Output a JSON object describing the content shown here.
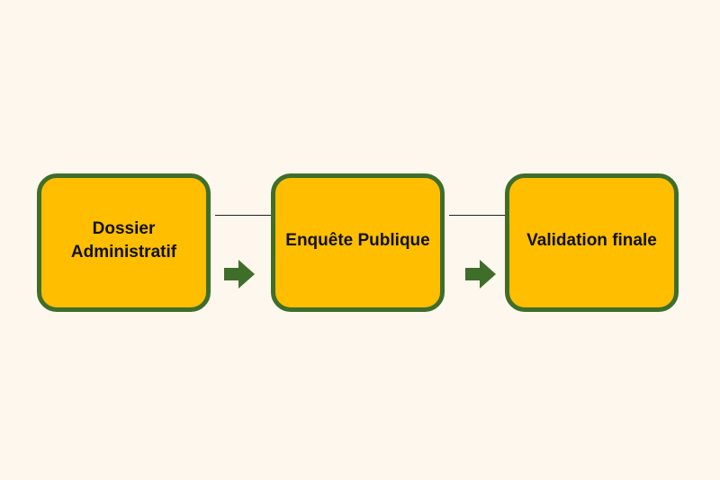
{
  "colors": {
    "background": "#FDF7EE",
    "box_fill": "#FFBE00",
    "box_border": "#3F6E2B",
    "arrow": "#3F6E2B",
    "text": "#111111",
    "line": "#222222"
  },
  "steps": [
    {
      "label": "Dossier Administratif"
    },
    {
      "label": "Enquête Publique"
    },
    {
      "label": "Validation finale"
    }
  ],
  "arrows": [
    {
      "icon": "right-arrow-icon"
    },
    {
      "icon": "right-arrow-icon"
    }
  ]
}
